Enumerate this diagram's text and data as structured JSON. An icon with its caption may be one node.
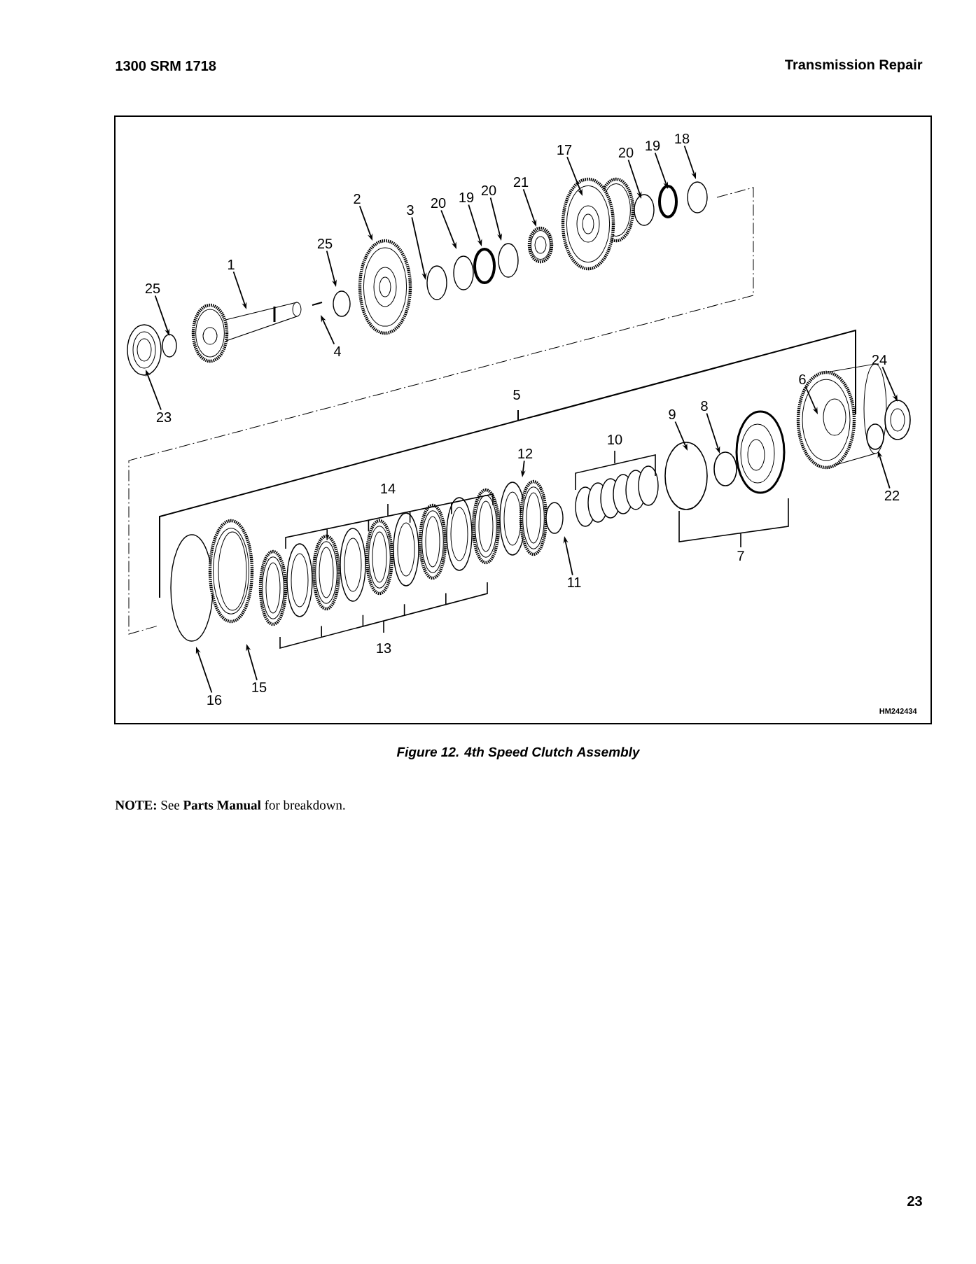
{
  "diagram": {
    "caption": "Figure 12. 4th Speed Clutch Assembly",
    "nodes": [
      {
        "text": [
          "18"
        ]
      },
      {
        "text": [
          "19"
        ]
      },
      {
        "text": [
          "20"
        ]
      },
      {
        "text": [
          "17"
        ]
      },
      {
        "text": [
          "21"
        ]
      },
      {
        "text": [
          "20"
        ]
      },
      {
        "text": [
          "19"
        ]
      },
      {
        "text": [
          "20"
        ]
      },
      {
        "text": [
          "3"
        ]
      },
      {
        "text": [
          "2"
        ]
      },
      {
        "text": [
          "25"
        ]
      },
      {
        "text": [
          "1"
        ]
      },
      {
        "text": [
          "25"
        ]
      },
      {
        "text": [
          "4"
        ]
      },
      {
        "text": [
          "23"
        ]
      },
      {
        "text": [
          "24"
        ]
      },
      {
        "text": [
          "6"
        ]
      },
      {
        "text": [
          "9"
        ]
      },
      {
        "text": [
          "8"
        ]
      },
      {
        "text": [
          "12"
        ]
      },
      {
        "text": [
          "22"
        ]
      },
      {
        "text": [
          "11"
        ]
      },
      {
        "text": [
          "15"
        ]
      },
      {
        "text": [
          "16"
        ]
      }
    ],
    "edges": [
      {
        "from": 0,
        "to": null,
        "arrow": "to"
      },
      {
        "from": 1,
        "to": null,
        "arrow": "to"
      },
      {
        "from": 2,
        "to": null,
        "arrow": "to"
      },
      {
        "from": 3,
        "to": null,
        "arrow": "to"
      },
      {
        "from": 4,
        "to": null,
        "arrow": "to"
      },
      {
        "from": 5,
        "to": null,
        "arrow": "to"
      },
      {
        "from": 6,
        "to": null,
        "arrow": "to"
      },
      {
        "from": 7,
        "to": null,
        "arrow": "to"
      },
      {
        "from": 8,
        "to": null,
        "arrow": "to"
      },
      {
        "from": 9,
        "to": null,
        "arrow": "to"
      },
      {
        "from": 10,
        "to": null,
        "arrow": "to"
      },
      {
        "from": 11,
        "to": null,
        "arrow": "to"
      },
      {
        "from": 12,
        "to": null,
        "arrow": "to"
      },
      {
        "from": 13,
        "to": null,
        "arrow": "to"
      },
      {
        "from": 14,
        "to": null,
        "arrow": "to"
      },
      {
        "from": 15,
        "to": null,
        "arrow": "to"
      },
      {
        "from": 16,
        "to": null,
        "arrow": "to"
      },
      {
        "from": 17,
        "to": null,
        "arrow": "to"
      },
      {
        "from": 18,
        "to": null,
        "arrow": "to"
      },
      {
        "from": 19,
        "to": null,
        "arrow": "to"
      },
      {
        "from": 20,
        "to": null,
        "arrow": "to"
      },
      {
        "from": 21,
        "to": null,
        "arrow": "to"
      },
      {
        "from": 22,
        "to": null,
        "arrow": "to"
      },
      {
        "from": 23,
        "to": null,
        "arrow": "to"
      }
    ],
    "labels": [
      "1300 SRM 1718",
      "Transmission Repair",
      "5",
      "10",
      "14",
      "7",
      "13",
      "HM242434",
      "**NOTE:** See **Parts Manual** for breakdown.",
      "23"
    ]
  }
}
